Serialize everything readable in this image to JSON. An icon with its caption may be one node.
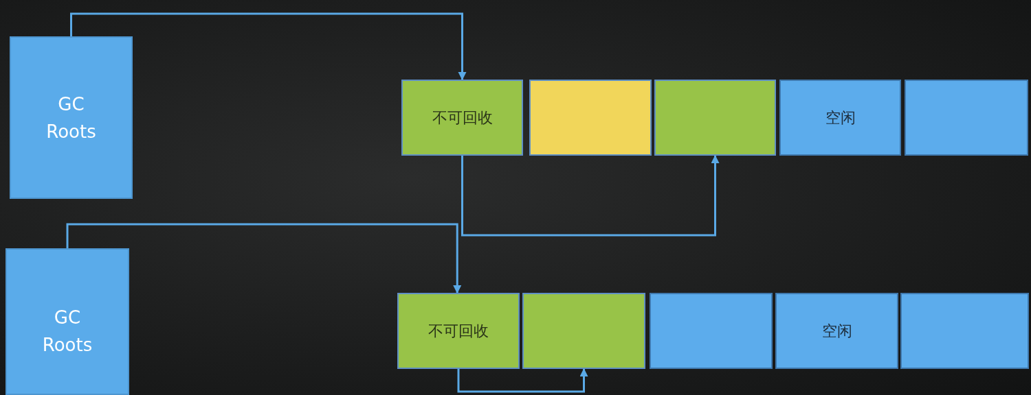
{
  "diagram": {
    "nodes": [
      {
        "text": [
          "GC Roots"
        ]
      },
      {
        "text": [
          "不可回收"
        ]
      },
      {
        "text": [],
        "shape": "box"
      },
      {
        "text": [],
        "shape": "box"
      },
      {
        "text": [
          "空闲"
        ]
      },
      {
        "text": [],
        "shape": "box"
      },
      {
        "text": [
          "GC Roots"
        ]
      },
      {
        "text": [
          "不可回收"
        ]
      },
      {
        "text": [],
        "shape": "box"
      },
      {
        "text": [],
        "shape": "box"
      },
      {
        "text": [
          "空闲"
        ]
      },
      {
        "text": [],
        "shape": "box"
      }
    ],
    "edges": [
      {
        "from": 0,
        "to": 1,
        "arrow": "to"
      },
      {
        "from": 1,
        "to": 3,
        "arrow": "to"
      },
      {
        "from": 6,
        "to": 7,
        "arrow": "to"
      },
      {
        "from": 7,
        "to": 8,
        "arrow": "to"
      }
    ]
  }
}
